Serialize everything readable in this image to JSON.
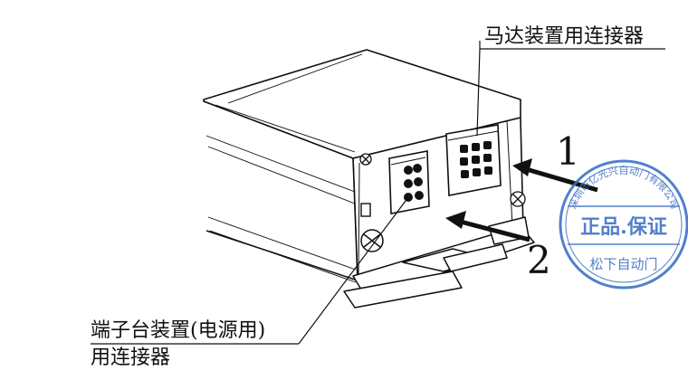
{
  "labels": {
    "motor_connector": "马达装置用连接器",
    "terminal_line1": "端子台装置(电源用)",
    "terminal_line2": "用连接器",
    "arrow1": "1",
    "arrow2": "2"
  },
  "stamp": {
    "ring_text": "深圳市亿光兴自动门有限公司",
    "center_text": "正品.保证",
    "bottom_text": "松下自动门",
    "color": "#3a6fc4"
  },
  "colors": {
    "ink": "#111111",
    "background": "#ffffff"
  }
}
